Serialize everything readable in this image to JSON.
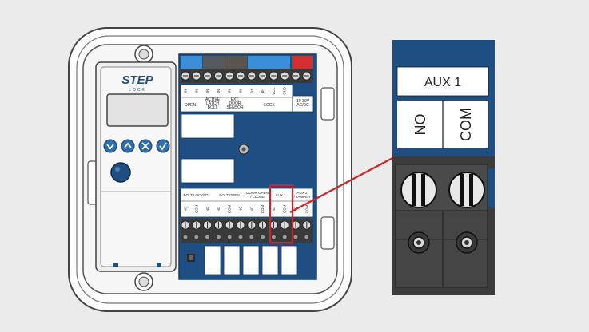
{
  "controller": {
    "logo": "STEP",
    "logo_sub": "LOCK",
    "top_terminals": [
      {
        "label": "IN",
        "color": "#3a8fd8"
      },
      {
        "label": "IN",
        "color": "#3a8fd8"
      },
      {
        "label": "IN",
        "color": "#555a60"
      },
      {
        "label": "IN",
        "color": "#555a60"
      },
      {
        "label": "IN",
        "color": "#5a5450"
      },
      {
        "label": "IN",
        "color": "#5a5450"
      },
      {
        "label": "A+",
        "color": "#3a8fd8"
      },
      {
        "label": "B-",
        "color": "#3a8fd8"
      },
      {
        "label": "VCC",
        "color": "#3a8fd8"
      },
      {
        "label": "GND",
        "color": "#3a8fd8"
      },
      {
        "label": "",
        "color": "#d23030"
      },
      {
        "label": "",
        "color": "#d23030"
      }
    ],
    "top_groups": [
      "OPEN",
      "ACTIVE LATCH BOLT",
      "EXT. DOOR SENSOR",
      "LOCK",
      "10-30V AC/DC"
    ],
    "bottom_groups": [
      "BOLT LOCKED",
      "BOLT OPEN",
      "DOOR OPEN / CLOSE",
      "AUX 1",
      "AUX 2 / TAMPER"
    ],
    "bottom_terminal_labels": [
      "NO",
      "COM",
      "NC",
      "NO",
      "COM",
      "NC",
      "NO",
      "COM",
      "NO",
      "COM",
      "NO",
      "COM"
    ]
  },
  "detail": {
    "title": "AUX 1",
    "left_label": "NO",
    "right_label": "COM"
  },
  "colors": {
    "board": "#1f4f82",
    "highlight": "#d2232a",
    "terminal_block": "#3c3c3c"
  }
}
